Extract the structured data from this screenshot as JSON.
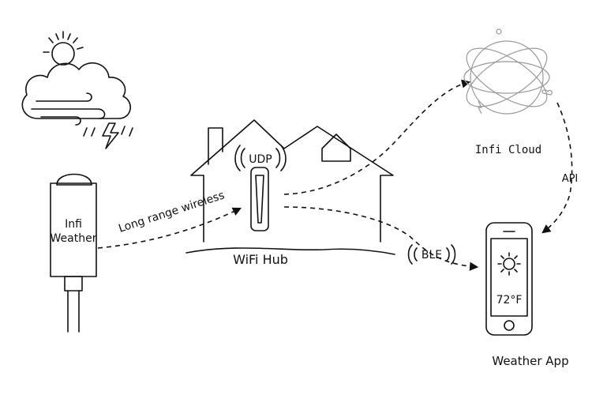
{
  "nodes": {
    "weather_station": {
      "line1": "Infi",
      "line2": "Weather"
    },
    "hub": {
      "label": "WiFi Hub",
      "protocol": "UDP"
    },
    "cloud": {
      "label": "Infi Cloud"
    },
    "app": {
      "label": "Weather App",
      "temperature": "72°F"
    }
  },
  "links": {
    "long_range": "Long range wireless",
    "ble": "BLE",
    "api": "API"
  },
  "colors": {
    "line": "#111111",
    "planet": "#9a9a9a",
    "background": "#ffffff"
  }
}
